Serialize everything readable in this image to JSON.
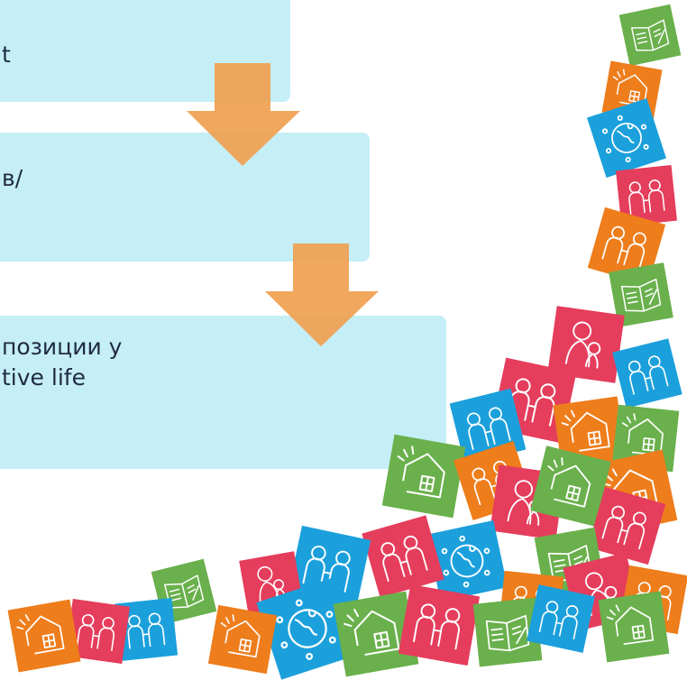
{
  "boxes": [
    {
      "text_lines": [
        "t"
      ]
    },
    {
      "text_lines": [
        "в/"
      ]
    },
    {
      "text_lines": [
        "позиции у",
        "tive life"
      ]
    }
  ],
  "tile_colors": {
    "green": "#6ab04c",
    "orange": "#ee7d1c",
    "blue": "#1ba0dc",
    "pink": "#e53d5c"
  },
  "box_color": "#c5eef6",
  "arrow_color": "#f0a050"
}
